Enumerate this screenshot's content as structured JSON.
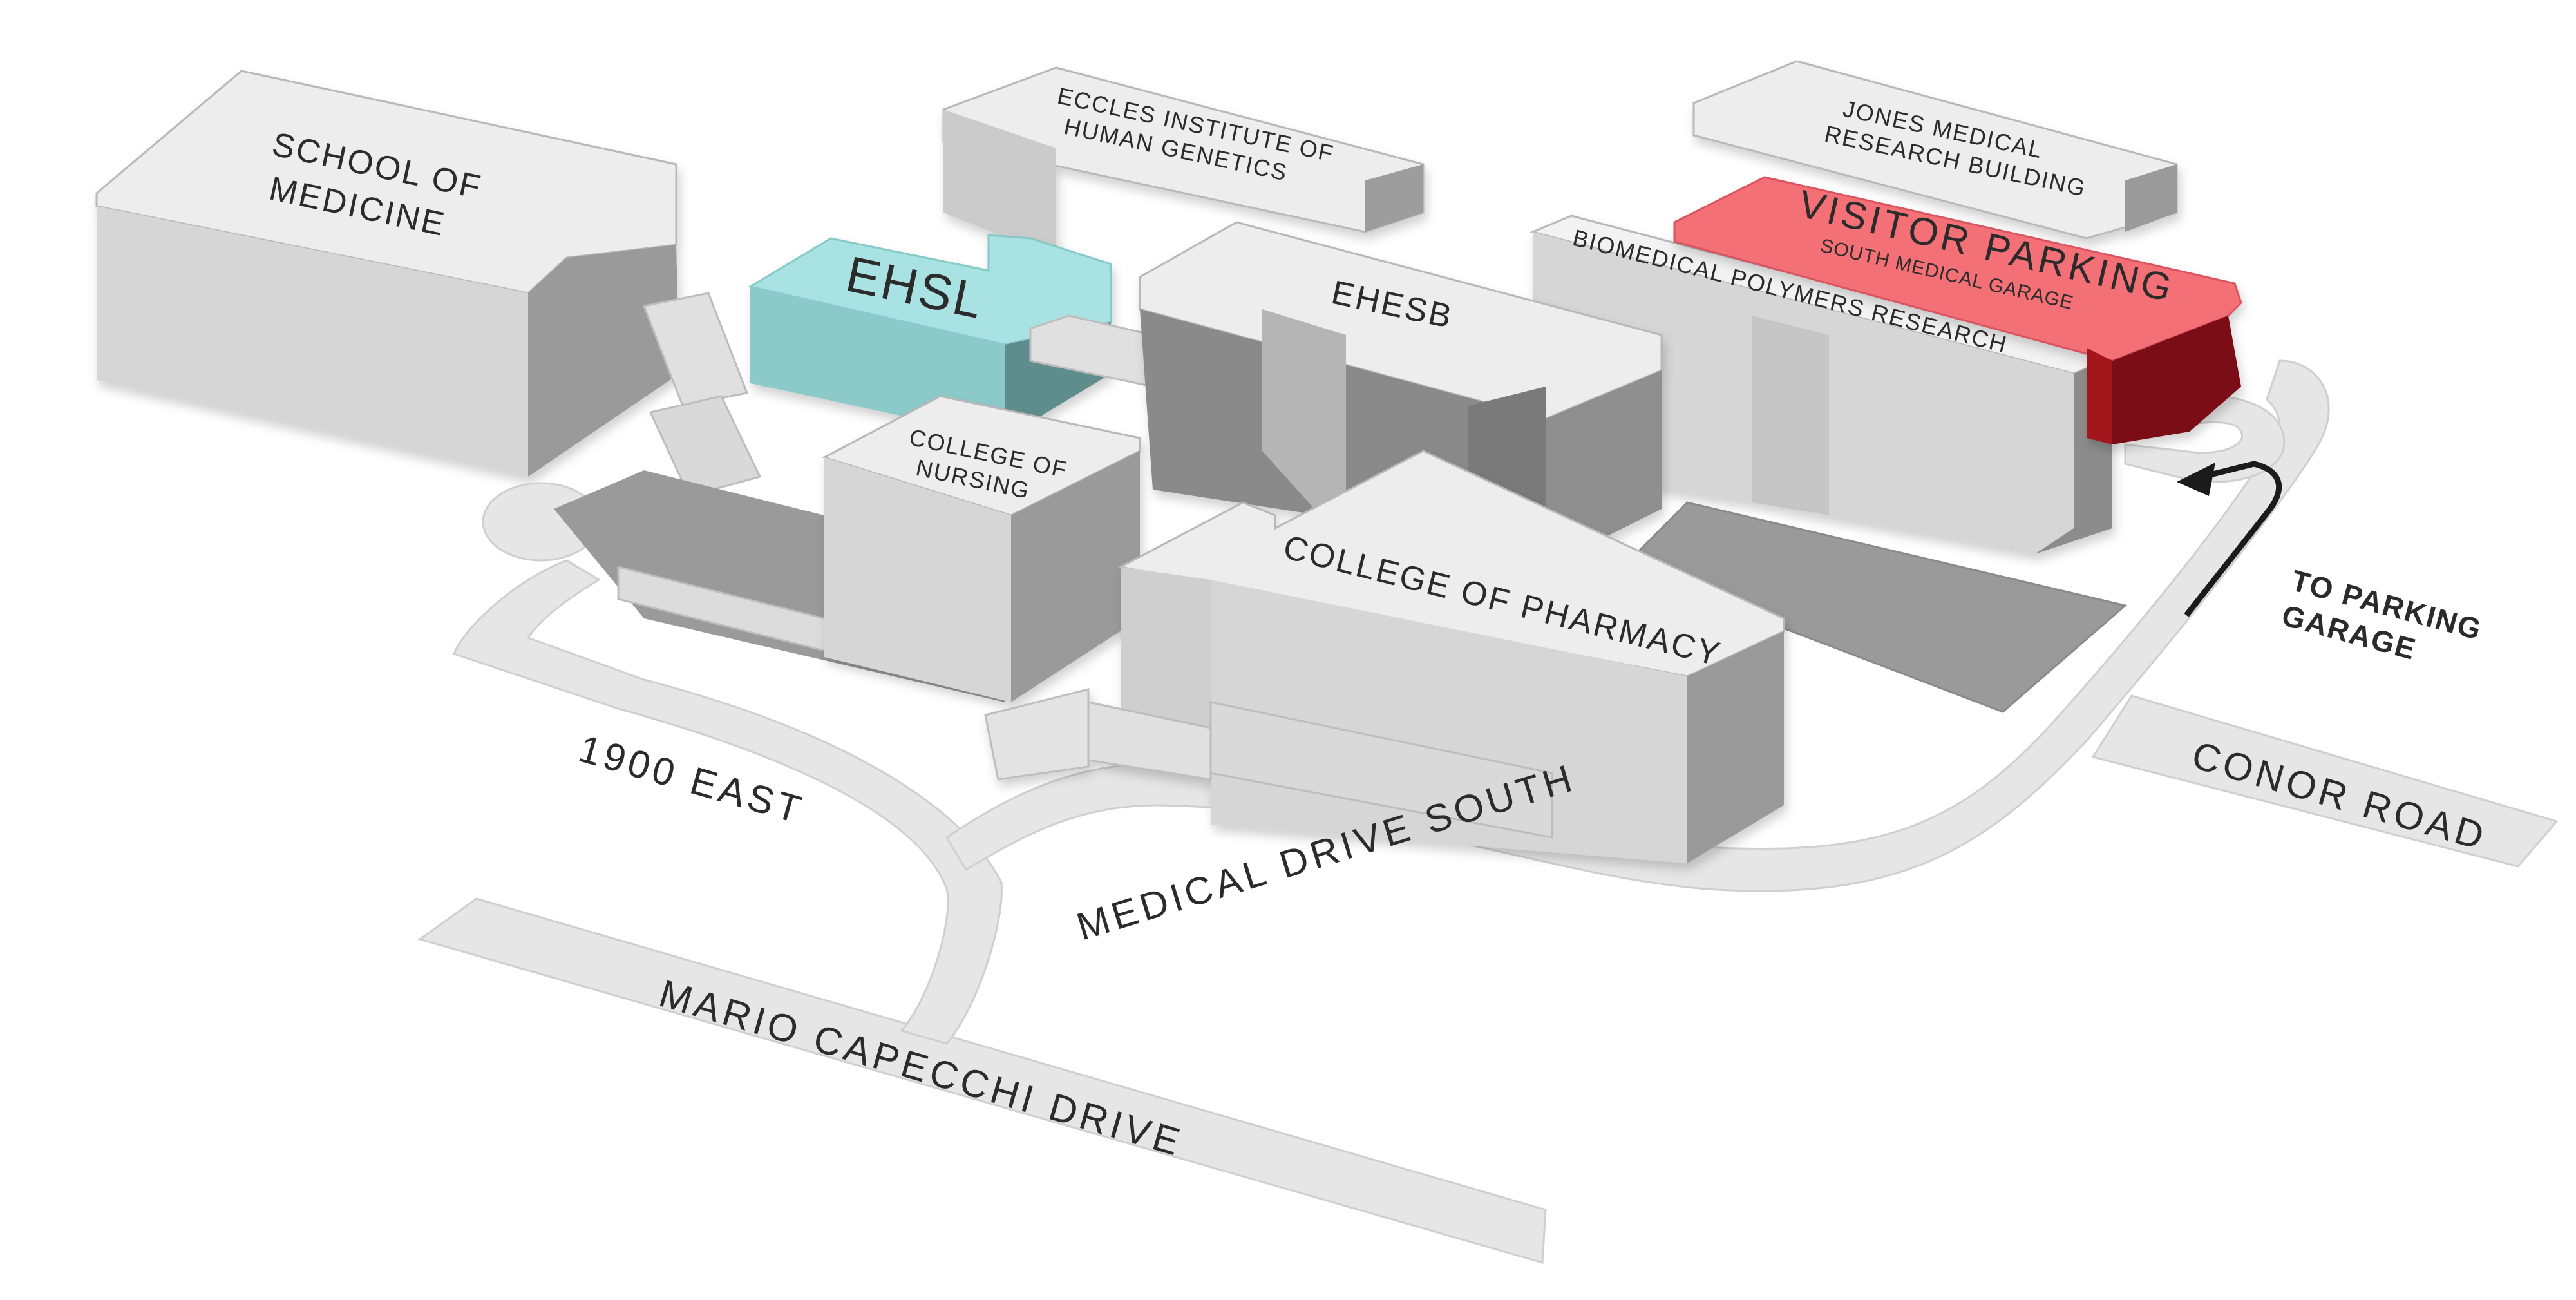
{
  "map": {
    "roads": {
      "mario_capecchi": "MARIO CAPECCHI DRIVE",
      "east_1900": "1900 EAST",
      "medical_drive_south": "MEDICAL DRIVE SOUTH",
      "conor_road": "CONOR ROAD"
    },
    "buildings": {
      "school_of_medicine": [
        "SCHOOL OF",
        "MEDICINE"
      ],
      "eccles_institute": [
        "ECCLES INSTITUTE OF",
        "HUMAN GENETICS"
      ],
      "jones_medical": [
        "JONES MEDICAL",
        "RESEARCH BUILDING"
      ],
      "ehsl": "EHSL",
      "ehesb": "EHESB",
      "biomedical_polymers": "BIOMEDICAL POLYMERS RESEARCH",
      "college_of_nursing": [
        "COLLEGE OF",
        "NURSING"
      ],
      "college_of_pharmacy": "COLLEGE OF PHARMACY"
    },
    "parking": {
      "title": "VISITOR PARKING",
      "subtitle": "SOUTH MEDICAL GARAGE"
    },
    "direction": [
      "TO PARKING",
      "GARAGE"
    ],
    "colors": {
      "road": "#e6e6e6",
      "building_top": "#ededed",
      "building_side": "#9a9a9a",
      "ehsl_highlight": "#a8e2e2",
      "parking_highlight": "#f46f77",
      "parking_side": "#7a0a12"
    }
  }
}
